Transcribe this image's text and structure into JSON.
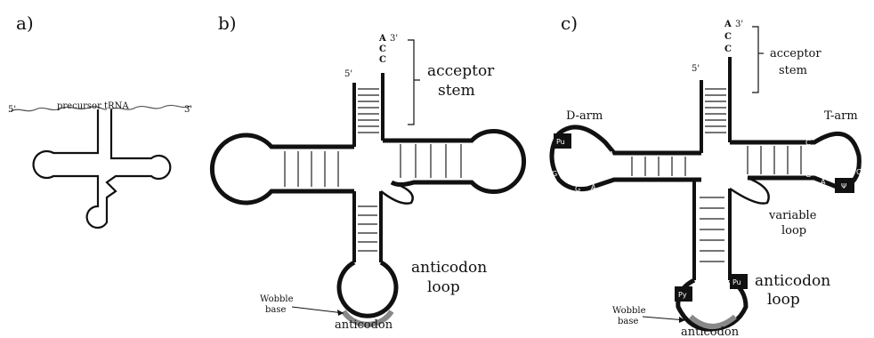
{
  "panels": [
    {
      "letter": "a)",
      "labels": {
        "five_prime": "5'",
        "three_prime": "3'",
        "precursor": "precursor tRNA"
      }
    },
    {
      "letter": "b)",
      "labels": {
        "five_prime": "5'",
        "three_prime": "3'",
        "acc_A": "A",
        "acc_C1": "C",
        "acc_C2": "C",
        "acceptor": "acceptor",
        "stem": "stem",
        "anticodon": "anticodon",
        "loop": "loop",
        "wobble": "Wobble",
        "base": "base",
        "anticodon_seq": "anticodon"
      }
    },
    {
      "letter": "c)",
      "labels": {
        "five_prime": "5'",
        "three_prime": "3'",
        "acc_A": "A",
        "acc_C1": "C",
        "acc_C2": "C",
        "acceptor": "acceptor",
        "stem": "stem",
        "d_arm": "D-arm",
        "t_arm": "T-arm",
        "variable": "variable",
        "variable_loop": "loop",
        "anticodon": "anticodon",
        "loop": "loop",
        "wobble": "Wobble",
        "base": "base",
        "anticodon_seq": "anticodon",
        "pu_d": "Pu",
        "psi": "Ψ",
        "py": "Py",
        "pu_ac": "Pu",
        "nuc_A1": "A",
        "nuc_U": "U",
        "nuc_G1": "G",
        "nuc_G2": "G",
        "nuc_A2": "A",
        "nuc_C1": "C",
        "nuc_C2": "C",
        "nuc_G3": "G",
        "nuc_A3": "A",
        "nuc_C3": "C"
      }
    }
  ]
}
